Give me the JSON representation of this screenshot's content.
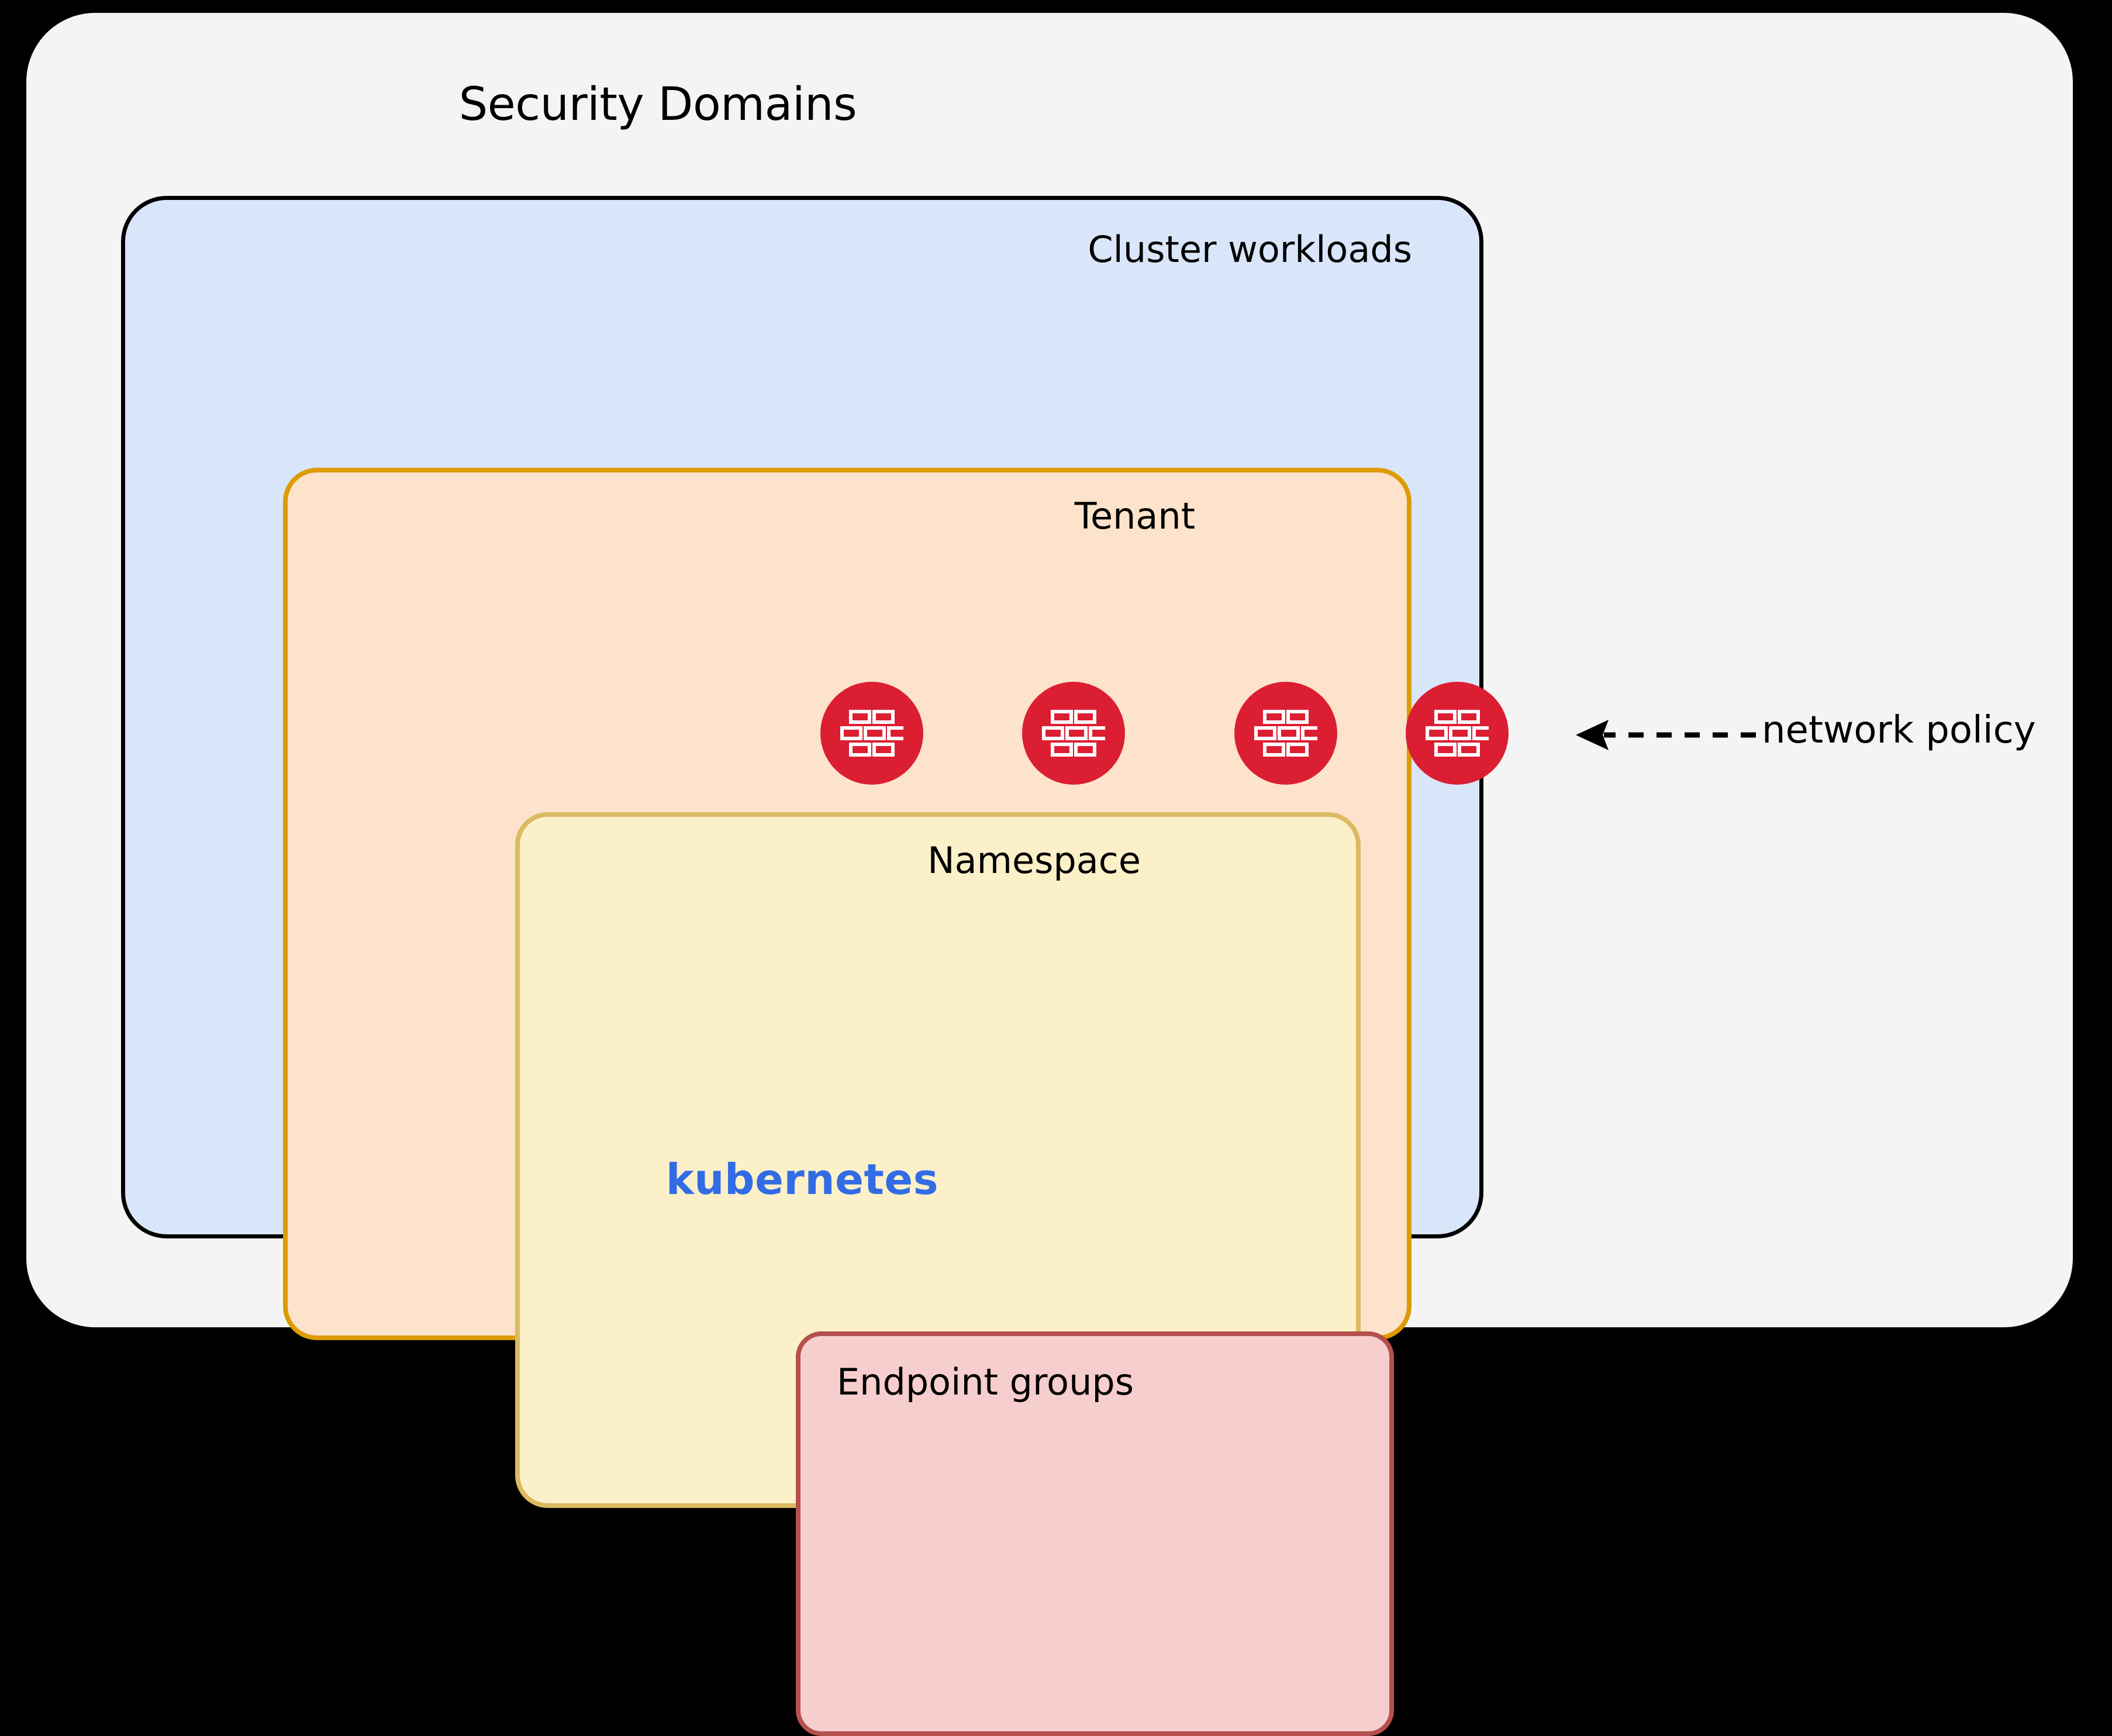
{
  "diagram": {
    "title": "Security Domains",
    "background_color": "#f4f4f5",
    "page_background": "#000000"
  },
  "layers": {
    "security_domains": {
      "label": "Security Domains",
      "fill": "#f4f4f5",
      "stroke": "none"
    },
    "cluster": {
      "label": "Cluster workloads",
      "brand_label": "kubernetes",
      "brand_color": "#326ce5",
      "fill": "#d9e6fa",
      "stroke": "#000000"
    },
    "tenant": {
      "label": "Tenant",
      "fill": "#fde3cb",
      "stroke": "#dd9b00"
    },
    "namespace": {
      "label": "Namespace",
      "fill": "#fcf0c9",
      "stroke": "#dbba61"
    },
    "endpoint_groups": {
      "label": "Endpoint groups",
      "fill": "#f6cecd",
      "stroke": "#b5504e"
    }
  },
  "policy_markers": {
    "icon_name": "firewall-brick-icon",
    "color": "#dc1e32",
    "count": 4,
    "positions_x": [
      1491,
      1836,
      2199,
      2492
    ],
    "boundaries": [
      "endpoint-groups",
      "namespace",
      "tenant",
      "cluster"
    ]
  },
  "annotation": {
    "label": "network policy",
    "arrow_style": "dashed-left-arrow",
    "arrow_color": "#000000"
  }
}
